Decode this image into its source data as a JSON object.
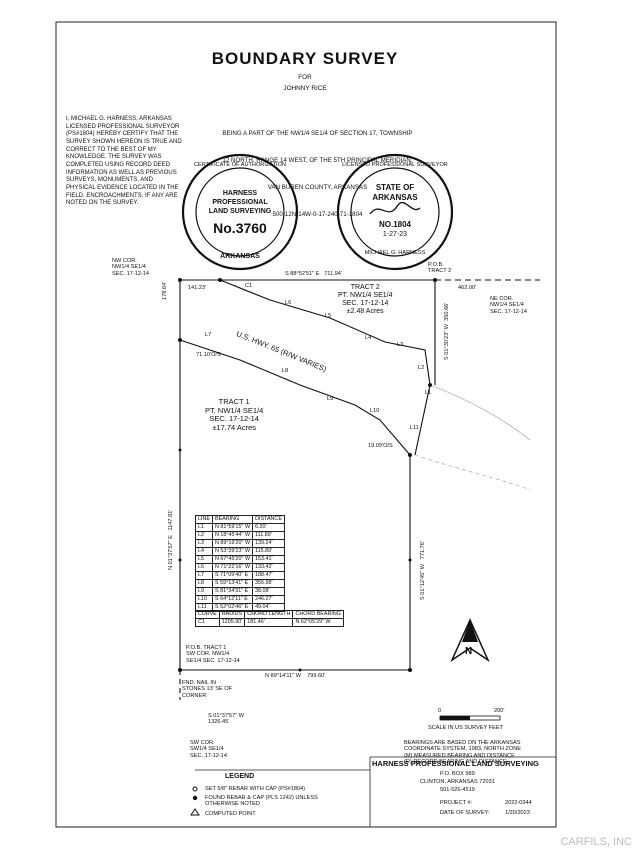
{
  "title": "BOUNDARY SURVEY",
  "for_label": "FOR",
  "client": "JOHNNY RICE",
  "certification": "I, MICHAEL G. HARNESS, ARKANSAS LICENSED PROFESSIONAL SURVEYOR (PS#1804) HEREBY CERTIFY THAT THE SURVEY SHOWN HEREON IS TRUE AND CORRECT TO THE BEST OF MY KNOWLEDGE. THE SURVEY WAS COMPLETED USING RECORD DEED INFORMATION AS WELL AS PREVIOUS SURVEYS, MONUMENTS, AND PHYSICAL EVIDENCE LOCATED IN THE FIELD. ENCROACHMENTS, IF ANY ARE NOTED ON THE SURVEY.",
  "description": {
    "line1": "BEING A PART OF THE NW1/4 SE1/4 OF SECTION 17, TOWNSHIP",
    "line2": "12 NORTH, RANGE 14 WEST, OF THE 5TH PRINCIPAL MERIDIAN,",
    "line3": "VAN BUREN COUNTY, ARKANSAS",
    "line4": "500-12N-14W-0-17-240-71-1804"
  },
  "seal_left": {
    "outer": "CERTIFICATE OF AUTHORIZATION",
    "firm1": "HARNESS",
    "firm2": "PROFESSIONAL",
    "firm3": "LAND SURVEYING",
    "number": "No.3760",
    "state": "ARKANSAS"
  },
  "seal_right": {
    "outer": "LICENSED PROFESSIONAL SURVEYOR",
    "state1": "STATE OF",
    "state2": "ARKANSAS",
    "number": "NO.1804",
    "date": "1-27-23",
    "name": "MICHAEL G. HARNESS"
  },
  "plat": {
    "nw_corner": "NW COR.\nNW1/4 SE1/4\nSEC. 17-12-14",
    "pob_tract2": "P.O.B.\nTRACT 2",
    "ne_corner": "NE COR.\nNW1/4 SE1/4\nSEC. 17-12-14",
    "top_call": "S 88°52'51\" E   711.94'",
    "d_141": "141.23'",
    "d_462": "462.00'",
    "d_178": "178.64'",
    "d_350": "S 01°30'23\" W  350.66'",
    "tract2": "TRACT 2\nPT. NW1/4 SE1/4\nSEC. 17-12-14\n±2.48 Acres",
    "highway": "U.S. HWY. 65 (R/W VARIES)",
    "tract1": "TRACT 1\nPT. NW1/4 SE1/4\nSEC. 17-12-14\n±17.74 Acres",
    "west_call": "N 01°37'57\" E   1147.81'",
    "east_call": "S 01°12'45\" W   771.76'",
    "off_west": "71.10'O/S",
    "off_east": "19.09'O/S",
    "pob_tract1": "P.O.B. TRACT 1\nSW COR. NW1/4\nSE1/4 SEC. 17-12-14",
    "south_call": "N 89°14'11\" W    799.60'",
    "fnd_nail": "FND. NAIL IN\nSTONES 13' SE OF\nCORNER",
    "sw_call": "S 01°37'57\" W\n1326.45'",
    "sw_corner": "SW COR.\nSW1/4 SE1/4\nSEC. 17-12-14",
    "labels": {
      "C1": "C1",
      "L1": "L1",
      "L2": "L2",
      "L3": "L3",
      "L4": "L4",
      "L5": "L5",
      "L6": "L6",
      "L7": "L7",
      "L8": "L8",
      "L9": "L9",
      "L10": "L10",
      "L11": "L11"
    }
  },
  "line_table": {
    "headers": [
      "LINE",
      "BEARING",
      "DISTANCE"
    ],
    "rows": [
      [
        "L1",
        "N 81°59'15\" W",
        "6.20'"
      ],
      [
        "L2",
        "N 18°45'44\" W",
        "111.89'"
      ],
      [
        "L3",
        "N 89°19'20\" W",
        "139.24'"
      ],
      [
        "L4",
        "N 53°39'23\" W",
        "115.89'"
      ],
      [
        "L5",
        "N 67°45'20\" W",
        "153.41'"
      ],
      [
        "L6",
        "N 71°22'16\" W",
        "133.42'"
      ],
      [
        "L7",
        "S 71°09'40\" E",
        "188.47'"
      ],
      [
        "L8",
        "S 59°13'41\" E",
        "356.98'"
      ],
      [
        "L9",
        "S 81°34'31\" E",
        "38.08'"
      ],
      [
        "L10",
        "S 64°12'11\" E",
        "246.27'"
      ],
      [
        "L11",
        "S 52°02'46\" E",
        "49.04'"
      ]
    ]
  },
  "curve_table": {
    "headers": [
      "CURVE",
      "RADIUS",
      "CHORD LENGTH",
      "CHORD BEARING"
    ],
    "rows": [
      [
        "C1",
        "1205.90'",
        "181.46'",
        "N 62°05'29\" W"
      ]
    ]
  },
  "scale": {
    "zero": "0",
    "end": "200'",
    "caption": "SCALE IN US SURVEY FEET"
  },
  "north": "N",
  "notes": "BEARINGS ARE BASED ON THE ARKANSAS\nCOORDINATE SYSTEM, 1983, NORTH ZONE\n(M) MEASURED BEARING AND DISTANCE\n(R) RECORD BEARING AND DISTANCE",
  "legend": {
    "title": "LEGEND",
    "items": [
      "SET 5/8\" REBAR WITH CAP (PS#1804)",
      "FOUND REBAR & CAP (PLS 1242) UNLESS\nOTHERWISE NOTED",
      "COMPUTED POINT"
    ]
  },
  "firm": {
    "name": "HARNESS PROFESSIONAL LAND SURVEYING",
    "box": "P.O. BOX 989",
    "city": "CLINTON, ARKANSAS 72031",
    "phone": "501-526-4519",
    "project_label": "PROJECT #:",
    "project": "2022-0344",
    "date_label": "DATE OF SURVEY:",
    "date": "1/20/2023"
  },
  "watermark": "CARFILS, INC"
}
